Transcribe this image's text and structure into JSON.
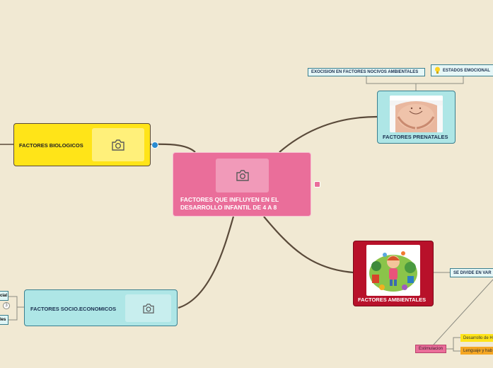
{
  "central": {
    "label_line1": "FACTORES QUE INFLUYEN EN EL",
    "label_line2": "DESARROLLO INFANTIL DE 4 A 8"
  },
  "biologicos": {
    "label": "FACTORES BIOLOGICOS"
  },
  "socio": {
    "label": "FACTORES SOCIO.ECONOMICOS",
    "left_item_1": "cial",
    "left_item_2": "les",
    "collapsed_count": "3"
  },
  "prenatales": {
    "label": "FACTORES PRENATALES",
    "child_1": "EXOCISION EN FACTORES NOCIVOS AMBIENTALES",
    "child_2": "ESTADOS EMOCIONAL"
  },
  "ambientales": {
    "label": "FACTORES AMBIENTALES",
    "child_1": "SE DIVIDE EN VAR",
    "stimulation": "Estimulacion",
    "stim_child_1": "Desarrollo de H",
    "stim_child_2": "Lenguaje y hab"
  },
  "colors": {
    "background": "#f1e9d3",
    "central": "#ea6e9a",
    "biologicos": "#ffe418",
    "socio": "#aee6e6",
    "prenatales": "#aee6e6",
    "ambientales": "#b8112a",
    "connector": "#5a4a3a"
  },
  "icons": {
    "photo": "camera-icon",
    "note": "note-icon",
    "idea": "lightbulb-icon"
  }
}
